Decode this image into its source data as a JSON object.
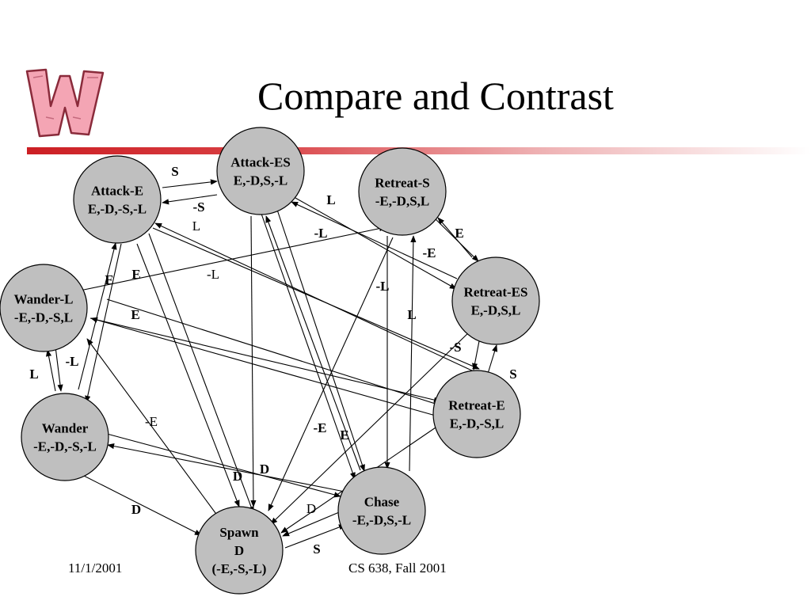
{
  "slide": {
    "title": "Compare and Contrast",
    "footer_date": "11/1/2001",
    "footer_course": "CS 638, Fall 2001",
    "logo_icon": "wisconsin-w-logo",
    "colors": {
      "accent": "#cc1f24",
      "node_fill": "#bfbfbf",
      "logo_fill": "#f4a5b4"
    }
  },
  "diagram": {
    "nodes": [
      {
        "id": "attack-es",
        "lines": [
          "Attack-ES",
          "E,-D,S,-L"
        ]
      },
      {
        "id": "attack-e",
        "lines": [
          "Attack-E",
          "E,-D,-S,-L"
        ]
      },
      {
        "id": "retreat-s",
        "lines": [
          "Retreat-S",
          "-E,-D,S,L"
        ]
      },
      {
        "id": "wander-l",
        "lines": [
          "Wander-L",
          "-E,-D,-S,L"
        ]
      },
      {
        "id": "retreat-es",
        "lines": [
          "Retreat-ES",
          "E,-D,S,L"
        ]
      },
      {
        "id": "retreat-e",
        "lines": [
          "Retreat-E",
          "E,-D,-S,L"
        ]
      },
      {
        "id": "wander",
        "lines": [
          "Wander",
          "-E,-D,-S,-L"
        ]
      },
      {
        "id": "chase",
        "lines": [
          "Chase",
          "-E,-D,S,-L"
        ]
      },
      {
        "id": "spawn",
        "lines": [
          "Spawn",
          "D",
          "(-E,-S,-L)"
        ]
      }
    ],
    "edge_labels": [
      {
        "text": "S",
        "bold": true
      },
      {
        "text": "-S",
        "bold": true
      },
      {
        "text": "L",
        "bold": false
      },
      {
        "text": "L",
        "bold": true
      },
      {
        "text": "-L",
        "bold": true
      },
      {
        "text": "E",
        "bold": true
      },
      {
        "text": "-E",
        "bold": true
      },
      {
        "text": "E",
        "bold": true
      },
      {
        "text": "E",
        "bold": true
      },
      {
        "text": "-L",
        "bold": false
      },
      {
        "text": "-L",
        "bold": true
      },
      {
        "text": "L",
        "bold": true
      },
      {
        "text": "E",
        "bold": true
      },
      {
        "text": "-S",
        "bold": true
      },
      {
        "text": "-L",
        "bold": true
      },
      {
        "text": "L",
        "bold": true
      },
      {
        "text": "S",
        "bold": true
      },
      {
        "text": "-E",
        "bold": false
      },
      {
        "text": "-E",
        "bold": true
      },
      {
        "text": "E",
        "bold": true
      },
      {
        "text": "D",
        "bold": true
      },
      {
        "text": "D",
        "bold": true
      },
      {
        "text": "D",
        "bold": true
      },
      {
        "text": "D",
        "bold": false
      },
      {
        "text": "S",
        "bold": true
      }
    ]
  }
}
